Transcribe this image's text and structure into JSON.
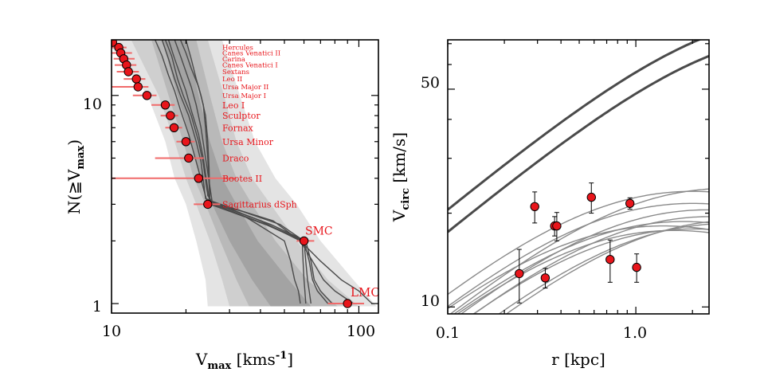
{
  "colors": {
    "point": "#e8151b",
    "errorbar": "#f06a6a",
    "label": "#e8151b",
    "curve_dark": "#4a4a4a",
    "curve_light": "#8a8a8a",
    "band_1": "#e4e4e4",
    "band_2": "#cfcfcf",
    "band_3": "#b9b9b9",
    "band_4": "#a3a3a3"
  },
  "chart_data": [
    {
      "type": "scatter",
      "panel": "left",
      "xlabel": {
        "main": "V",
        "sub": "max",
        "rest": " [kms",
        "sup": "-1",
        "end": "]"
      },
      "ylabel": {
        "main": "N(≧V",
        "sub": "max",
        "end": ")"
      },
      "xscale": "log",
      "yscale": "log",
      "xlim": [
        10,
        120
      ],
      "ylim": [
        0.9,
        18.5
      ],
      "xticklabels": [
        "10",
        "100"
      ],
      "yticklabels": [
        "1",
        "10"
      ],
      "points": [
        {
          "x": 10.1,
          "y": 18,
          "xerr": [
            10.0,
            10.5
          ],
          "label": ""
        },
        {
          "x": 10.7,
          "y": 17,
          "xerr": [
            10.0,
            11.5
          ],
          "label": "Hercules"
        },
        {
          "x": 10.9,
          "y": 16,
          "xerr": [
            10.0,
            12.1
          ],
          "label": "Canes Venatici II"
        },
        {
          "x": 11.2,
          "y": 15,
          "xerr": [
            10.2,
            12.4
          ],
          "label": "Carina"
        },
        {
          "x": 11.5,
          "y": 14,
          "xerr": [
            10.3,
            12.6
          ],
          "label": "Canes Venatici I"
        },
        {
          "x": 11.7,
          "y": 13,
          "xerr": [
            10.5,
            12.9
          ],
          "label": "Sextans"
        },
        {
          "x": 12.6,
          "y": 12,
          "xerr": [
            11.2,
            13.7
          ],
          "label": "Leo II"
        },
        {
          "x": 12.8,
          "y": 11,
          "xerr": [
            10.0,
            14.1
          ],
          "label": "Ursa Major II"
        },
        {
          "x": 13.9,
          "y": 10,
          "xerr": [
            12.2,
            15.2
          ],
          "label": "Ursa Major I"
        },
        {
          "x": 16.5,
          "y": 9,
          "xerr": [
            14.5,
            18.0
          ],
          "label": "Leo I"
        },
        {
          "x": 17.3,
          "y": 8,
          "xerr": [
            15.8,
            18.6
          ],
          "label": "Sculptor"
        },
        {
          "x": 17.9,
          "y": 7,
          "xerr": [
            16.5,
            19.3
          ],
          "label": "Fornax"
        },
        {
          "x": 20.0,
          "y": 6,
          "xerr": [
            18.3,
            21.7
          ],
          "label": "Ursa Minor"
        },
        {
          "x": 20.5,
          "y": 5,
          "xerr": [
            15.0,
            23.6
          ],
          "label": "Draco"
        },
        {
          "x": 22.5,
          "y": 4,
          "xerr": [
            10.0,
            32.0
          ],
          "label": "Bootes II"
        },
        {
          "x": 24.5,
          "y": 3,
          "xerr": [
            21.5,
            27.5
          ],
          "label": "Sagittarius dSph"
        },
        {
          "x": 60.0,
          "y": 2,
          "xerr": [
            56.0,
            66.0
          ],
          "label": "SMC"
        },
        {
          "x": 90.0,
          "y": 1,
          "xerr": [
            75.0,
            105.0
          ],
          "label": "LMC"
        }
      ],
      "subhalo_curves": [
        {
          "x": [
            16.0,
            17.0,
            18.0,
            19.0,
            20.5,
            22.0,
            23.0,
            24.0,
            29.0,
            40.0,
            58.0,
            65.0,
            72.0,
            80.0,
            95.0
          ],
          "y": [
            18.5,
            15.0,
            12.0,
            10.0,
            8.0,
            6.0,
            4.8,
            3.2,
            2.9,
            2.5,
            2.0,
            1.6,
            1.3,
            1.15,
            1.0
          ]
        },
        {
          "x": [
            15.0,
            16.0,
            17.0,
            18.0,
            19.0,
            20.5,
            22.0,
            24.5,
            33.0,
            48.0,
            60.0,
            63.0,
            65.0,
            68.0,
            75.0
          ],
          "y": [
            18.5,
            15.5,
            12.5,
            10.5,
            8.5,
            6.5,
            4.8,
            3.0,
            2.8,
            2.4,
            2.0,
            1.6,
            1.3,
            1.15,
            1.0
          ]
        },
        {
          "x": [
            17.0,
            18.0,
            19.0,
            20.0,
            21.0,
            22.5,
            23.5,
            25.0,
            32.0,
            46.0,
            60.0,
            61.0,
            62.0,
            63.0,
            64.0
          ],
          "y": [
            18.5,
            15.0,
            12.5,
            10.5,
            8.5,
            6.5,
            5.0,
            3.0,
            2.7,
            2.3,
            2.0,
            1.6,
            1.3,
            1.15,
            1.0
          ]
        },
        {
          "x": [
            18.0,
            19.0,
            20.0,
            21.0,
            22.0,
            23.0,
            24.0,
            25.5,
            30.0,
            45.0,
            58.0,
            70.0,
            85.0,
            100.0,
            113.0
          ],
          "y": [
            18.5,
            15.5,
            13.0,
            11.0,
            9.0,
            7.0,
            5.0,
            3.1,
            2.9,
            2.5,
            2.0,
            1.6,
            1.3,
            1.15,
            1.0
          ]
        },
        {
          "x": [
            19.0,
            20.0,
            21.0,
            22.5,
            23.5,
            24.0,
            24.5,
            25.0,
            31.0,
            44.0,
            61.0,
            64.0,
            66.0,
            70.0,
            78.0
          ],
          "y": [
            18.5,
            16.0,
            13.5,
            11.0,
            9.0,
            7.0,
            5.0,
            3.1,
            2.8,
            2.4,
            2.0,
            1.6,
            1.3,
            1.15,
            1.0
          ]
        },
        {
          "x": [
            20.0,
            21.0,
            22.0,
            23.0,
            24.0,
            24.5,
            24.8,
            25.0,
            30.0,
            42.0,
            59.0,
            59.5,
            60.0,
            60.5,
            61.0
          ],
          "y": [
            18.5,
            15.0,
            12.0,
            10.0,
            8.0,
            6.0,
            4.5,
            3.0,
            2.8,
            2.4,
            2.0,
            1.6,
            1.3,
            1.15,
            1.0
          ]
        },
        {
          "x": [
            16.5,
            17.5,
            18.5,
            19.5,
            21.0,
            22.5,
            23.5,
            24.5,
            26.0,
            35.0,
            50.0,
            53.0,
            55.0,
            57.0,
            58.0
          ],
          "y": [
            18.5,
            15.5,
            12.0,
            10.0,
            8.0,
            6.0,
            4.7,
            3.3,
            3.0,
            2.6,
            2.0,
            1.6,
            1.3,
            1.15,
            1.0
          ]
        }
      ],
      "bands": [
        {
          "xl": [
            9.5,
            14.0,
            16.5,
            18.0,
            20.0,
            22.0,
            24.0,
            24.5
          ],
          "xh": [
            28.0,
            33.0,
            38.0,
            46.0,
            56.0,
            70.0,
            95.0,
            118.0
          ]
        },
        {
          "xl": [
            12.0,
            15.5,
            18.0,
            20.0,
            22.0,
            25.0,
            28.0,
            30.0
          ],
          "xh": [
            24.5,
            28.5,
            32.0,
            37.0,
            44.0,
            56.0,
            75.0,
            100.0
          ]
        },
        {
          "xl": [
            14.5,
            17.0,
            19.5,
            21.5,
            24.0,
            27.5,
            32.0,
            36.0
          ],
          "xh": [
            22.0,
            25.0,
            28.0,
            32.0,
            37.0,
            46.0,
            62.0,
            82.0
          ]
        },
        {
          "xl": [
            16.0,
            18.5,
            21.0,
            23.0,
            25.5,
            30.0,
            37.0,
            44.0
          ],
          "xh": [
            20.0,
            22.5,
            25.0,
            28.0,
            32.0,
            39.0,
            52.0,
            64.0
          ]
        }
      ],
      "bands_y": [
        18.5,
        10.0,
        6.0,
        4.0,
        3.0,
        2.0,
        1.3,
        0.97
      ]
    },
    {
      "type": "scatter",
      "panel": "right",
      "xlabel": "r [kpc]",
      "ylabel": {
        "main": "V",
        "sub": "circ",
        "rest": " [km/s]"
      },
      "xscale": "log",
      "yscale": "log",
      "xlim": [
        0.1,
        2.45
      ],
      "ylim": [
        9.5,
        72.0
      ],
      "xticklabels": [
        "0.1",
        "1.0"
      ],
      "yticklabels": [
        "10",
        "50"
      ],
      "points": [
        {
          "r": 0.24,
          "v": 12.8,
          "err": 2.5
        },
        {
          "r": 0.29,
          "v": 21.0,
          "err": 2.4
        },
        {
          "r": 0.33,
          "v": 12.4,
          "err": 0.9
        },
        {
          "r": 0.37,
          "v": 18.2,
          "err": 1.3
        },
        {
          "r": 0.38,
          "v": 18.2,
          "err": 1.9
        },
        {
          "r": 0.58,
          "v": 22.5,
          "err": 2.5
        },
        {
          "r": 0.73,
          "v": 14.2,
          "err": 2.2
        },
        {
          "r": 0.93,
          "v": 21.5,
          "err": 0.9
        },
        {
          "r": 1.01,
          "v": 13.4,
          "err": 1.4
        }
      ],
      "curves_dark": [
        {
          "vmax": 86,
          "rmax": 8.5
        },
        {
          "vmax": 75,
          "rmax": 9.0
        }
      ],
      "curves_light": [
        {
          "vmax": 23.5,
          "rmax": 2.0
        },
        {
          "vmax": 24.0,
          "rmax": 3.0
        },
        {
          "vmax": 21.5,
          "rmax": 2.0
        },
        {
          "vmax": 20.5,
          "rmax": 2.4
        },
        {
          "vmax": 18.8,
          "rmax": 1.8
        },
        {
          "vmax": 18.2,
          "rmax": 1.4
        },
        {
          "vmax": 19.5,
          "rmax": 2.5
        },
        {
          "vmax": 17.6,
          "rmax": 1.6
        },
        {
          "vmax": 17.8,
          "rmax": 2.0
        },
        {
          "vmax": 18.5,
          "rmax": 3.0
        },
        {
          "vmax": 19.0,
          "rmax": 3.5
        }
      ]
    }
  ]
}
